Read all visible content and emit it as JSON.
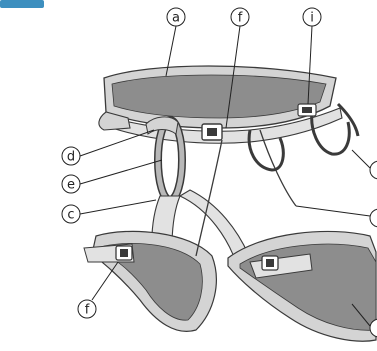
{
  "diagram": {
    "callouts": {
      "a": "a",
      "f_top": "f",
      "i": "i",
      "d": "d",
      "e": "e",
      "c": "c",
      "f_bottom": "f"
    }
  },
  "colors": {
    "webbing_dark": "#8d8d8d",
    "webbing_light": "#d4d4d4",
    "outline": "#3a3a3a",
    "header_tab": "#3d8fbf"
  }
}
